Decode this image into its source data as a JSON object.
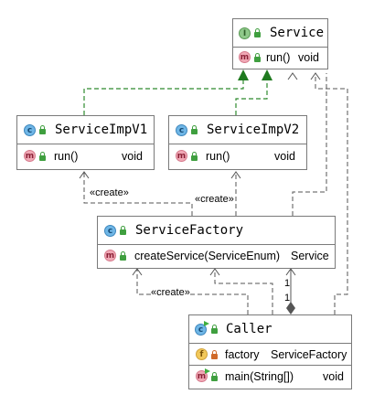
{
  "classes": {
    "service": {
      "kind": "interface",
      "name": "Service",
      "methods": [
        {
          "name": "run()",
          "type": "void"
        }
      ]
    },
    "impl1": {
      "kind": "class",
      "name": "ServiceImpV1",
      "methods": [
        {
          "name": "run()",
          "type": "void"
        }
      ]
    },
    "impl2": {
      "kind": "class",
      "name": "ServiceImpV2",
      "methods": [
        {
          "name": "run()",
          "type": "void"
        }
      ]
    },
    "factory": {
      "kind": "class",
      "name": "ServiceFactory",
      "methods": [
        {
          "name": "createService(ServiceEnum)",
          "type": "Service"
        }
      ]
    },
    "caller": {
      "kind": "class",
      "name": "Caller",
      "fields": [
        {
          "name": "factory",
          "type": "ServiceFactory"
        }
      ],
      "methods": [
        {
          "name": "main(String[])",
          "type": "void"
        }
      ]
    }
  },
  "badges": {
    "interface": "I",
    "class": "c",
    "method": "m",
    "field": "f"
  },
  "labels": {
    "create1": "«create»",
    "create2": "«create»",
    "create3": "«create»",
    "mult_upper": "1",
    "mult_lower": "1"
  },
  "colors": {
    "realization": "#2e8b2e",
    "dependency": "#555555",
    "border": "#7a7a7a"
  }
}
